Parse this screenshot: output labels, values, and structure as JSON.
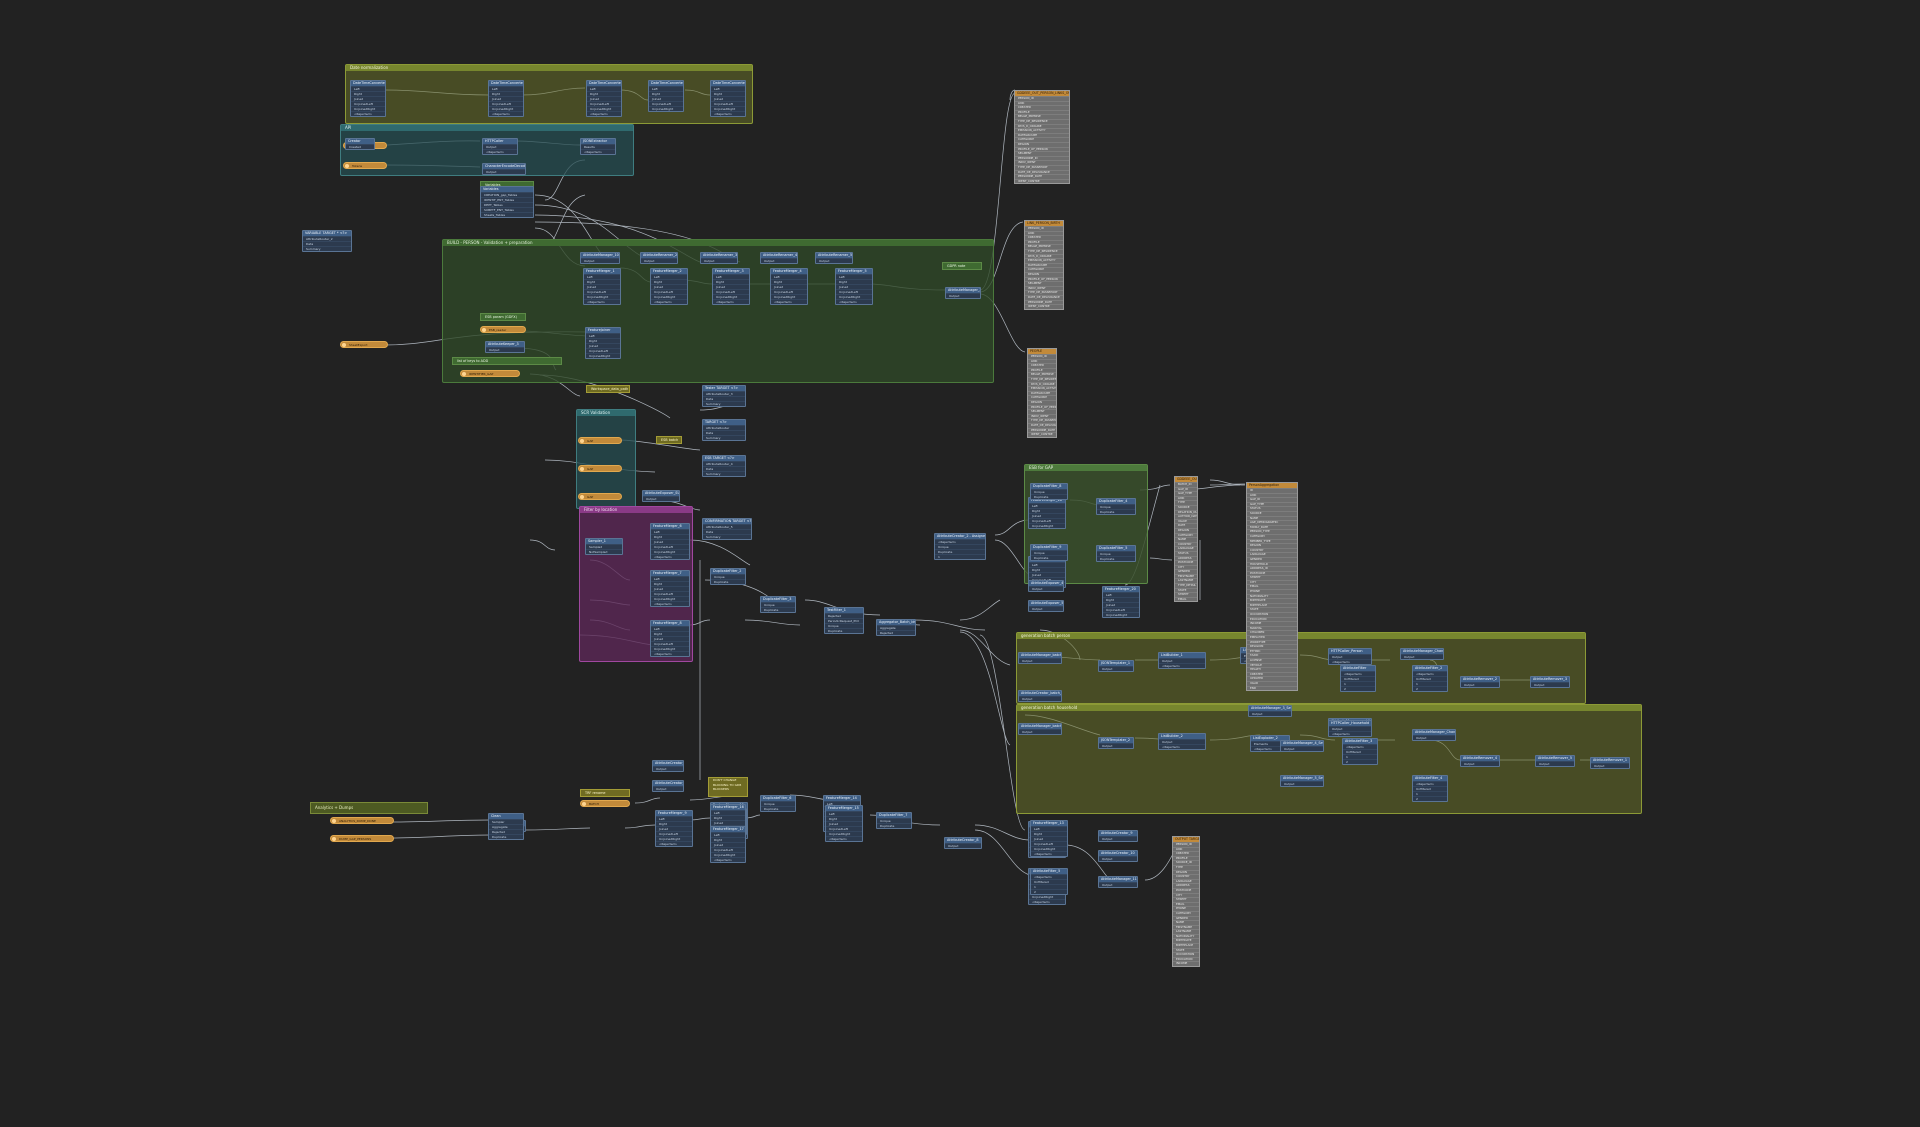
{
  "bookmarks": {
    "date_normalization": "Date normalization",
    "api": "API",
    "build_person": "BUILD - PERSON - Validation + preparation",
    "filter_by_location": "Filter by location",
    "esb_for_gap": "ESB for GAP",
    "generation_batch_person": "generation batch person",
    "generation_batch_household": "generation batch household",
    "scr_validation": "SCR Validation"
  },
  "annotations": {
    "variables": "Variables",
    "esb_param": "ESB param (GDFX)",
    "filter_by_key": "list of keys to ADD",
    "lookup_note": "Workspace_data_path - Input",
    "batch_note": "ESB batch",
    "analytics_dump": "Analytics + Dumps",
    "gdpr_note": "GDPR note",
    "rename": "TRF rename",
    "warning": "DON'T CHANGE\nBLOCKING TO GDB\nBLOCKERS"
  },
  "nodes": {
    "date_1": {
      "title": "DateTimeConverter_L1",
      "ports": [
        "Left",
        "Right",
        "Joined",
        "UnjoinedLeft",
        "UnjoinedRight",
        "<Rejected>"
      ]
    },
    "date_2": {
      "title": "DateTimeConverter_L6",
      "ports": [
        "Left",
        "Right",
        "Joined",
        "UnjoinedLeft",
        "UnjoinedRight",
        "<Rejected>"
      ]
    },
    "date_3": {
      "title": "DateTimeConverter_L7",
      "ports": [
        "Left",
        "Right",
        "Joined",
        "UnjoinedLeft",
        "UnjoinedRight",
        "<Rejected>"
      ]
    },
    "date_4": {
      "title": "DateTimeConverter_L8",
      "ports": [
        "Left",
        "Right",
        "Joined",
        "UnjoinedLeft",
        "UnjoinedRight"
      ]
    },
    "date_5": {
      "title": "DateTimeConverter_L9",
      "ports": [
        "Left",
        "Right",
        "Joined",
        "UnjoinedLeft",
        "UnjoinedRight",
        "<Rejected>"
      ]
    },
    "http_caller": {
      "title": "HTTPCaller",
      "ports": [
        "Output",
        "<Rejected>"
      ]
    },
    "json_extract": {
      "title": "JSONExtractor",
      "ports": [
        "Results",
        "<Rejected>"
      ]
    },
    "char_enc": {
      "title": "CharacterEncodeDecoder",
      "ports": [
        "Output"
      ]
    },
    "creator": {
      "title": "Creator",
      "ports": [
        "Created"
      ]
    },
    "variables": {
      "title": "Variables",
      "ports": [
        "CREATION_gap_Tables",
        "IDENTIF_ENT_Tables",
        "DEPT_Tables",
        "SUBPTF_ENT_Tables",
        "Sheets_Tables"
      ]
    },
    "attr_manager_1": {
      "title": "AttributeManager_10",
      "ports": [
        "Output"
      ]
    },
    "attr_renamer_1": {
      "title": "AttributeRenamer_2",
      "ports": [
        "Output"
      ]
    },
    "attr_renamer_2": {
      "title": "AttributeRenamer_3",
      "ports": [
        "Output"
      ]
    },
    "attr_renamer_3": {
      "title": "AttributeRenamer_4",
      "ports": [
        "Output"
      ]
    },
    "attr_renamer_4": {
      "title": "AttributeRenamer_5",
      "ports": [
        "Output"
      ]
    },
    "feature_merger_1": {
      "title": "FeatureMerger_1",
      "ports": [
        "Left",
        "Right",
        "Joined",
        "UnjoinedLeft",
        "UnjoinedRight",
        "<Rejected>"
      ]
    },
    "feature_merger_2": {
      "title": "FeatureMerger_2",
      "ports": [
        "Left",
        "Right",
        "Joined",
        "UnjoinedLeft",
        "UnjoinedRight",
        "<Rejected>"
      ]
    },
    "feature_merger_3": {
      "title": "FeatureMerger_3",
      "ports": [
        "Left",
        "Right",
        "Joined",
        "UnjoinedLeft",
        "UnjoinedRight",
        "<Rejected>"
      ]
    },
    "feature_merger_4": {
      "title": "FeatureMerger_4",
      "ports": [
        "Left",
        "Right",
        "Joined",
        "UnjoinedLeft",
        "UnjoinedRight",
        "<Rejected>"
      ]
    },
    "feature_merger_5": {
      "title": "FeatureMerger_5",
      "ports": [
        "Left",
        "Right",
        "Joined",
        "UnjoinedLeft",
        "UnjoinedRight",
        "<Rejected>"
      ]
    },
    "feature_joiner": {
      "title": "FeatureJoiner",
      "ports": [
        "Left",
        "Right",
        "Joined",
        "UnjoinedLeft",
        "UnjoinedRight"
      ]
    },
    "attr_manager_2": {
      "title": "AttributeManager_2",
      "ports": [
        "Output"
      ]
    },
    "attr_keeper": {
      "title": "AttributeKeeper_3",
      "ports": [
        "Output"
      ]
    },
    "writer_test": {
      "title": "VARIABLE TARGET * <?>",
      "ports": [
        "AttributeRouter_2",
        "Data",
        "Summary"
      ]
    },
    "tester_1": {
      "title": "Tester TARGET <?>",
      "ports": [
        "AttributeRouter_3",
        "Data",
        "Summary"
      ]
    },
    "tester_2": {
      "title": "TARGET <?>",
      "ports": [
        "AttributeRouter",
        "Data",
        "Summary"
      ]
    },
    "tester_3": {
      "title": "ESB TARGET <?>",
      "ports": [
        "AttributeRouter_4",
        "Data",
        "Summary"
      ]
    },
    "tester_4": {
      "title": "CONFIRMATION TARGET <?>",
      "ports": [
        "AttributeRouter_5",
        "Data",
        "Summary"
      ]
    },
    "duplicate_1": {
      "title": "DuplicateFilter_2",
      "ports": [
        "Unique",
        "Duplicate"
      ]
    },
    "duplicate_2": {
      "title": "DuplicateFilter_3",
      "ports": [
        "Unique",
        "Duplicate"
      ]
    },
    "duplicate_3": {
      "title": "DuplicateFilter_4",
      "ports": [
        "Unique",
        "Duplicate"
      ]
    },
    "duplicate_4": {
      "title": "DuplicateFilter_5",
      "ports": [
        "Unique",
        "Duplicate"
      ]
    },
    "attr_creator_1": {
      "title": "AttributeCreator_2 - Assigned_Attributes",
      "ports": [
        "<Rejected>",
        "Unique",
        "Duplicate",
        "1"
      ]
    },
    "attr_exposer": {
      "title": "AttributeExposer_SUBE_DEPT",
      "ports": [
        "Output"
      ]
    },
    "sampler": {
      "title": "Sampler_1",
      "ports": [
        "Sampled",
        "NotSampled"
      ]
    },
    "test_filter": {
      "title": "TestFilter_1",
      "ports": [
        "Rejected",
        "PeriodicRequest_POI",
        "Unique",
        "Duplicate"
      ]
    },
    "aggregator_1": {
      "title": "Aggregator_Batch_Ids",
      "ports": [
        "Aggregate",
        "Rejected"
      ]
    },
    "attr_mgr_batch_1": {
      "title": "AttributeManager_batch_ID",
      "ports": [
        "Output"
      ]
    },
    "attr_mgr_batch_2": {
      "title": "AttributeManager_batch_ID2",
      "ports": [
        "Output"
      ]
    },
    "attr_creator_batch": {
      "title": "AttributeCreator_batch_IDS",
      "ports": [
        "Output"
      ]
    },
    "counter": {
      "title": "Counter",
      "ports": [
        "Output"
      ]
    },
    "attr_remover": {
      "title": "AttributeRemover_1",
      "ports": [
        "Output"
      ]
    },
    "clean_1": {
      "title": "Clean",
      "ports": [
        "Sampler",
        "Aggregate",
        "Rejected",
        "Duplicate"
      ]
    },
    "attr_creator_last": {
      "title": "AttributeCreator_6",
      "ports": [
        "Output"
      ]
    },
    "attr_creator_7": {
      "title": "AttributeCreator_7",
      "ports": [
        "Output"
      ]
    },
    "json_templater_1": {
      "title": "JSONTemplater_1",
      "ports": [
        "Output"
      ]
    },
    "json_templater_2": {
      "title": "JSONTemplater_2",
      "ports": [
        "Output"
      ]
    },
    "feature_merger_6": {
      "title": "FeatureMerger_6",
      "ports": [
        "Left",
        "Right",
        "Joined",
        "UnjoinedLeft",
        "UnjoinedRight",
        "<Rejected>"
      ]
    },
    "feature_merger_7": {
      "title": "FeatureMerger_7",
      "ports": [
        "Left",
        "Right",
        "Joined",
        "UnjoinedLeft",
        "UnjoinedRight",
        "<Rejected>"
      ]
    },
    "feature_merger_8": {
      "title": "FeatureMerger_8",
      "ports": [
        "Left",
        "Right",
        "Joined",
        "UnjoinedLeft",
        "UnjoinedRight",
        "<Rejected>"
      ]
    },
    "feature_merger_9": {
      "title": "FeatureMerger_9",
      "ports": [
        "Left",
        "Right",
        "Joined",
        "UnjoinedLeft",
        "UnjoinedRight",
        "<Rejected>"
      ]
    },
    "feature_merger_10": {
      "title": "FeatureMerger_10",
      "ports": [
        "Left",
        "Right",
        "Joined",
        "UnjoinedLeft",
        "UnjoinedRight",
        "<Rejected>"
      ]
    },
    "feature_merger_11": {
      "title": "FeatureMerger_11",
      "ports": [
        "Left",
        "Right",
        "Joined",
        "UnjoinedLeft",
        "UnjoinedRight",
        "<Rejected>"
      ]
    },
    "feature_merger_12": {
      "title": "FeatureMerger_12",
      "ports": [
        "Left",
        "Right",
        "Joined",
        "UnjoinedLeft",
        "UnjoinedRight",
        "<Rejected>"
      ]
    },
    "feature_merger_13": {
      "title": "FeatureMerger_13",
      "ports": [
        "Left",
        "Right",
        "Joined",
        "UnjoinedLeft",
        "UnjoinedRight",
        "<Rejected>"
      ]
    },
    "list_builder_1": {
      "title": "ListBuilder_1",
      "ports": [
        "Output",
        "<Rejected>"
      ]
    },
    "list_exploder_1": {
      "title": "ListExploder_1",
      "ports": [
        "Elements",
        "<Rejected>"
      ]
    },
    "list_builder_2": {
      "title": "ListBuilder_2",
      "ports": [
        "Output",
        "<Rejected>"
      ]
    },
    "list_exploder_2": {
      "title": "ListExploder_2",
      "ports": [
        "Elements",
        "<Rejected>"
      ]
    },
    "attr_mgr_set_1": {
      "title": "AttributeManager_settings_Sent",
      "ports": [
        "Output"
      ]
    },
    "attr_mgr_set_2": {
      "title": "AttributeManager_2_Settings",
      "ports": [
        "Output"
      ]
    },
    "attr_mgr_set_3": {
      "title": "AttributeManager_3_Settings",
      "ports": [
        "Output"
      ]
    },
    "attr_mgr_set_4": {
      "title": "AttributeManager_ChangeMode",
      "ports": [
        "Output"
      ]
    },
    "attr_mgr_set_5": {
      "title": "AttributeManager_settings_Sent_2",
      "ports": [
        "Output"
      ]
    },
    "attr_mgr_set_6": {
      "title": "AttributeManager_ChangeMode_2",
      "ports": [
        "Output"
      ]
    },
    "attr_mgr_set_7": {
      "title": "AttributeManager_4_Settings",
      "ports": [
        "Output"
      ]
    },
    "attr_mgr_set_8": {
      "title": "AttributeManager_5_Settings",
      "ports": [
        "Output"
      ]
    },
    "http_person": {
      "title": "HTTPCaller_Person",
      "ports": [
        "Output",
        "<Rejected>"
      ]
    },
    "http_household": {
      "title": "HTTPCaller_Household",
      "ports": [
        "Output",
        "<Rejected>"
      ]
    },
    "attr_filter": {
      "title": "AttributeFilter",
      "ports": [
        "<Rejected>",
        "Unfiltered",
        "1",
        "2"
      ]
    },
    "attr_filter_2": {
      "title": "AttributeFilter_2",
      "ports": [
        "<Rejected>",
        "Unfiltered",
        "1",
        "2"
      ]
    },
    "attr_filter_3": {
      "title": "AttributeFilter_3",
      "ports": [
        "<Rejected>",
        "Unfiltered",
        "1",
        "2"
      ]
    },
    "attr_filter_4": {
      "title": "AttributeFilter_4",
      "ports": [
        "<Rejected>",
        "Unfiltered",
        "1",
        "2"
      ]
    },
    "attr_remover_2": {
      "title": "AttributeRemover_2",
      "ports": [
        "Output"
      ]
    },
    "attr_remover_3": {
      "title": "AttributeRemover_3",
      "ports": [
        "Output"
      ]
    },
    "attr_remover_4": {
      "title": "AttributeRemover_4",
      "ports": [
        "Output"
      ]
    },
    "attr_remover_5": {
      "title": "AttributeRemover_5",
      "ports": [
        "Output"
      ]
    },
    "dup_low_1": {
      "title": "DuplicateFilter_6",
      "ports": [
        "Unique",
        "Duplicate"
      ]
    },
    "dup_low_2": {
      "title": "DuplicateFilter_7",
      "ports": [
        "Unique",
        "Duplicate"
      ]
    },
    "clean_low": {
      "title": "Clean",
      "ports": [
        "Sampler",
        "Clean",
        "Duplicate",
        "Rejected"
      ]
    },
    "attr_creator_low": {
      "title": "AttributeCreator_8",
      "ports": [
        "Output"
      ]
    },
    "feature_merger_low_1": {
      "title": "FeatureMerger_14",
      "ports": [
        "Left",
        "Right",
        "Joined",
        "UnjoinedLeft",
        "UnjoinedRight",
        "<Rejected>"
      ]
    },
    "feature_merger_low_2": {
      "title": "FeatureMerger_15",
      "ports": [
        "Left",
        "Right",
        "Joined",
        "UnjoinedLeft",
        "UnjoinedRight",
        "<Rejected>"
      ]
    },
    "feature_merger_low_3": {
      "title": "FeatureMerger_16",
      "ports": [
        "Left",
        "Right",
        "Joined",
        "UnjoinedLeft",
        "UnjoinedRight",
        "<Rejected>"
      ]
    },
    "feature_merger_low_4": {
      "title": "FeatureMerger_17",
      "ports": [
        "Left",
        "Right",
        "Joined",
        "UnjoinedLeft",
        "UnjoinedRight",
        "<Rejected>"
      ]
    },
    "attr_mgr_low": {
      "title": "AttributeManager_11",
      "ports": [
        "Output"
      ]
    },
    "attr_creator_low_2": {
      "title": "AttributeCreator_9",
      "ports": [
        "Output"
      ]
    },
    "attr_creator_low_3": {
      "title": "AttributeCreator_10",
      "ports": [
        "Output"
      ]
    },
    "attr_filter_low": {
      "title": "AttributeFilter_5",
      "ports": [
        "<Rejected>",
        "Unfiltered",
        "1",
        "2"
      ]
    },
    "esb_gap_1": {
      "title": "FeatureMerger_18",
      "ports": [
        "Left",
        "Right",
        "Joined",
        "UnjoinedLeft",
        "UnjoinedRight"
      ]
    },
    "esb_gap_2": {
      "title": "FeatureMerger_19",
      "ports": [
        "Left",
        "Right",
        "Joined",
        "UnjoinedLeft",
        "UnjoinedRight"
      ]
    },
    "esb_dup_1": {
      "title": "DuplicateFilter_8",
      "ports": [
        "Unique",
        "Duplicate"
      ]
    },
    "esb_dup_2": {
      "title": "DuplicateFilter_9",
      "ports": [
        "Unique",
        "Duplicate"
      ]
    },
    "esb_merger_right": {
      "title": "FeatureMerger_20",
      "ports": [
        "Left",
        "Right",
        "Joined",
        "UnjoinedLeft",
        "UnjoinedRight"
      ]
    },
    "attr_exposer_2": {
      "title": "AttributeExposer_4",
      "ports": [
        "Output"
      ]
    },
    "attr_exposer_3": {
      "title": "AttributeExposer_5",
      "ports": [
        "Output"
      ]
    }
  },
  "readers": {
    "tokens": "Tokens",
    "creator_in": "Creator",
    "sheet_export": "SheetExport",
    "esb_reader": "ESB_reader",
    "identifier_gap": "IDENTIFIER_GAP",
    "gap_esb_1": "GAP",
    "gap_esb_2": "GAP",
    "gap_esb_3": "GAP",
    "analytics_1": "ANALYTICS_DUMP_DONE",
    "analytics_2": "DUMP_GAP_PERSONS",
    "batch": "BATCH"
  },
  "writers": {
    "writer_1": {
      "title": "GDDEEE_OUT_PERSON_LINKS_OUT",
      "attrs": [
        "PERSON_ID",
        "LINK",
        "CREATED",
        "PROFILE",
        "BELGE_PREMISE",
        "TYPE_DE_RESIDENCE",
        "PAYS_D_ORIGINE",
        "EMISSION_ACTIVITY",
        "DATEGROUPE",
        "CATEGORIE",
        "REGION",
        "PROFILE_OF_PERSON",
        "SEGMENT",
        "PERSONNE_ID",
        "INDIV_IDENT",
        "TYPE_DE_PASSEPORT",
        "DATE_DE_DELIVRANCE",
        "PERSONNE_DATE",
        "IDENT_CONTRE"
      ]
    },
    "writer_2": {
      "title": "LINK_PERSON_BIRTH",
      "attrs": [
        "PERSON_ID",
        "LINK",
        "CREATED",
        "PROFILE",
        "BELGE_PREMISE",
        "TYPE_DE_RESIDENCE",
        "PAYS_D_ORIGINE",
        "EMISSION_ACTIVITY",
        "DATEGROUPE",
        "CATEGORIE",
        "REGION",
        "PROFILE_OF_PERSON",
        "SEGMENT",
        "INDIV_IDENT",
        "TYPE_DE_PASSEPORT",
        "DATE_DE_DELIVRANCE",
        "PERSONNE_DATE",
        "IDENT_CONTRE"
      ]
    },
    "writer_3": {
      "title": "PEOPLE",
      "attrs": [
        "PERSON_ID",
        "LINK",
        "CREATED",
        "PROFILE",
        "BELGE_PREMISE",
        "TYPE_DE_RESIDENCE",
        "PAYS_D_ORIGINE",
        "EMISSION_ACTIVITY",
        "DATEGROUPE",
        "CATEGORIE",
        "REGION",
        "PROFILE_OF_PERSON",
        "SEGMENT",
        "INDIV_IDENT",
        "TYPE_DE_PASSEPORT",
        "DATE_DE_DELIVRANCE",
        "PERSONNE_DATE",
        "IDENT_CONTRE"
      ]
    },
    "writer_4": {
      "title": "GDDEEE_OUT_GAP_PERSON_PER_AG",
      "attrs": [
        "BATCH_ID",
        "GAP_ID",
        "GAP_TYPE",
        "LINK",
        "TYPE",
        "SOURCE",
        "RELATION_OUT",
        "AUTHOR_DATE",
        "VALUE",
        "DATE",
        "REGION",
        "CATEGORY",
        "NAME",
        "COUNTRY",
        "LANGUAGE",
        "STATUS",
        "ADDRESS",
        "POSTCODE",
        "CITY",
        "GENDER",
        "FIRSTNAME",
        "LASTNAME",
        "TYPE_DETAIL",
        "STATE",
        "STREET",
        "EMAIL"
      ]
    },
    "writer_5": {
      "title": "PersonAggregation",
      "attrs": [
        "ID",
        "LINK",
        "GAP_ID",
        "GAP_TYPE",
        "STATUS",
        "SOURCE",
        "NAME",
        "AGE_DEMOGRAPHIC",
        "FAMILY_DATE",
        "PERSON_TYPE",
        "CATEGORY",
        "MEMBER_TYPE",
        "REGION",
        "COUNTRY",
        "LANGUAGE",
        "GENDER",
        "HOUSEHOLD",
        "ADDRESS_ID",
        "POSTCODE",
        "STREET",
        "CITY",
        "EMAIL",
        "PHONE",
        "NATIONALITY",
        "BIRTHDATE",
        "BIRTHPLACE",
        "STATE",
        "OCCUPATION",
        "EDUCATION",
        "INCOME",
        "MARITAL",
        "CHILDREN",
        "EMPLOYER",
        "WORKTYPE",
        "RELIGION",
        "ETHNIC",
        "TAXID",
        "LICENSE",
        "VEHICLE",
        "HEALTH",
        "CREATED",
        "UPDATED",
        "VALID",
        "END"
      ]
    },
    "writer_6": {
      "title": "OUTPUT TARGET",
      "attrs": [
        "PERSON_ID",
        "LINK",
        "CREATED",
        "PROFILE",
        "SOURCE_ID",
        "TYPE",
        "REGION",
        "COUNTRY",
        "LANGUAGE",
        "ADDRESS",
        "POSTCODE",
        "CITY",
        "STREET",
        "EMAIL",
        "PHONE",
        "CATEGORY",
        "GENDER",
        "NAME",
        "FIRSTNAME",
        "LASTNAME",
        "NATIONALITY",
        "BIRTHDATE",
        "BIRTHPLACE",
        "STATE",
        "OCCUPATION",
        "EDUCATION",
        "INCOME"
      ]
    }
  }
}
